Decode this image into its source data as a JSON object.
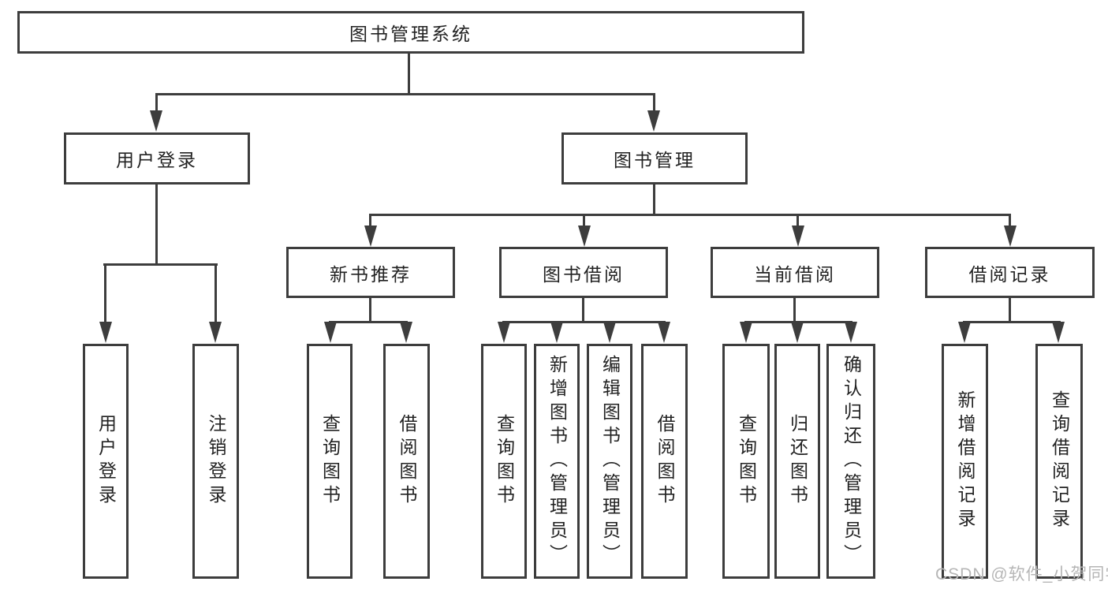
{
  "diagram_title": "图书管理系统",
  "nodes": {
    "root": "图书管理系统",
    "user_login": "用户登录",
    "book_management": "图书管理",
    "new_book_recommend": "新书推荐",
    "book_borrow": "图书借阅",
    "current_borrow": "当前借阅",
    "borrow_records": "借阅记录",
    "leaf_user_login": "用户登录",
    "leaf_logout": "注销登录",
    "leaf_query_book_a": "查询图书",
    "leaf_borrow_book_a": "借阅图书",
    "leaf_query_book_b": "查询图书",
    "leaf_add_book_admin": "新增图书（管理员）",
    "leaf_edit_book_admin": "编辑图书（管理员）",
    "leaf_borrow_book_b": "借阅图书",
    "leaf_query_book_c": "查询图书",
    "leaf_return_book": "归还图书",
    "leaf_confirm_return_admin": "确认归还（管理员）",
    "leaf_new_borrow_record": "新增借阅记录",
    "leaf_query_borrow_record": "查询借阅记录"
  },
  "watermark": "CSDN @软件_小贺同学",
  "colors": {
    "line": "#3d3d3d",
    "text": "#222222",
    "watermark": "#b6b6b6",
    "background": "#ffffff"
  }
}
